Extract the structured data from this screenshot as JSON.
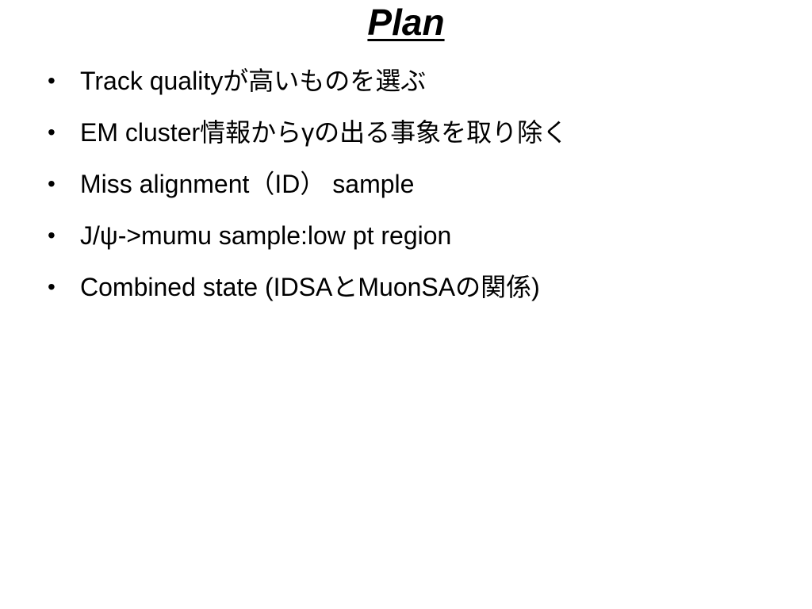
{
  "slide": {
    "title": "Plan",
    "bullet_symbol": "•",
    "bullets": [
      "Track qualityが高いものを選ぶ",
      "EM cluster情報からγの出る事象を取り除く",
      "Miss alignment（ID） sample",
      "J/ψ->mumu sample:low pt region",
      "Combined state (IDSAとMuonSAの関係)"
    ]
  }
}
